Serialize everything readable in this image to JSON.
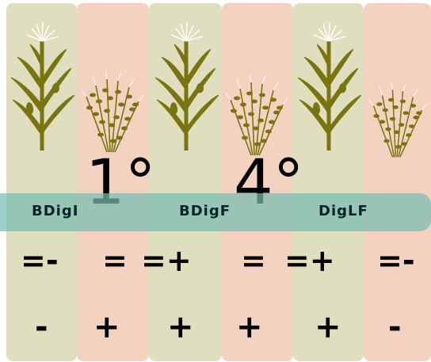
{
  "orders": [
    "1°",
    "4°"
  ],
  "bands": [
    "BDigI",
    "BDigF",
    "DigLF"
  ],
  "row1": [
    "=-",
    "=",
    "=+",
    "=",
    "=+",
    "=-"
  ],
  "row2": [
    "-",
    "+",
    "+",
    "+",
    "+",
    "-"
  ],
  "colors": {
    "green_column": "#dfdfc0",
    "pink_column": "#f3d3c0",
    "band": "#79bcb0",
    "plant": "#7a7410"
  }
}
